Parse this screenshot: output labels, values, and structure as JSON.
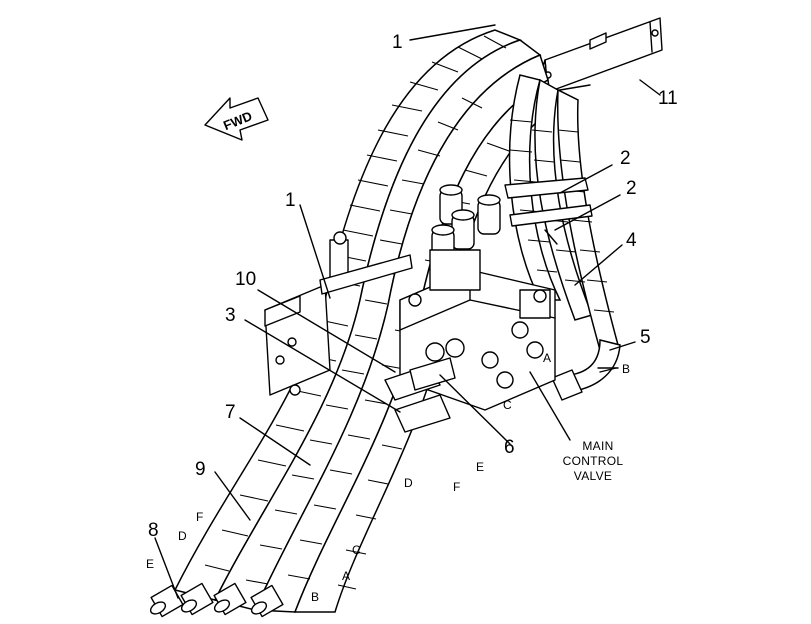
{
  "fwd_label": "FWD",
  "caption": [
    "MAIN",
    "CONTROL",
    "VALVE"
  ],
  "callouts": {
    "c1_top": "1",
    "c1_mid": "1",
    "c2_a": "2",
    "c2_b": "2",
    "c3": "3",
    "c4": "4",
    "c5": "5",
    "c6": "6",
    "c7": "7",
    "c8": "8",
    "c9": "9",
    "c10": "10",
    "c11": "11"
  },
  "port_letters": {
    "a_valve": "A",
    "b_valve": "B",
    "c_valve": "C",
    "d_valve": "D",
    "e_valve": "E",
    "f_valve": "F",
    "f_hose": "F",
    "d_hose": "D",
    "e_hose": "E",
    "c_hose": "C",
    "a_hose": "A",
    "b_hose": "B"
  }
}
